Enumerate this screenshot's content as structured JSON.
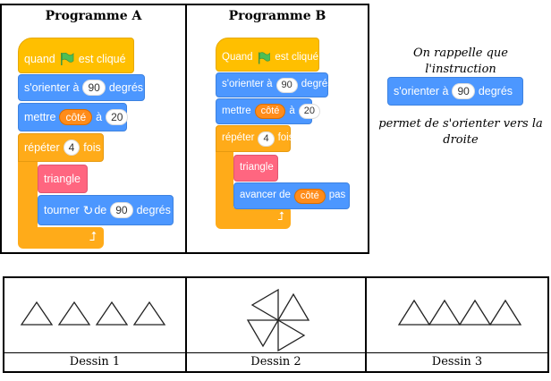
{
  "programme_a": {
    "title": "Programme A",
    "event": {
      "prefix": "quand",
      "suffix": "est cliqué",
      "icon": "green-flag-icon"
    },
    "orient": {
      "prefix": "s'orienter à",
      "value": "90",
      "suffix": "degrés"
    },
    "set_var": {
      "prefix": "mettre",
      "var": "côté",
      "mid": "à",
      "value": "20"
    },
    "repeat": {
      "prefix": "répéter",
      "value": "4",
      "suffix": "fois"
    },
    "custom": {
      "label": "triangle"
    },
    "turn": {
      "prefix": "tourner",
      "icon": "turn-right-icon",
      "mid": "de",
      "value": "90",
      "suffix": "degrés"
    }
  },
  "programme_b": {
    "title": "Programme B",
    "event": {
      "prefix": "Quand",
      "suffix": "est cliqué",
      "icon": "green-flag-icon"
    },
    "orient": {
      "prefix": "s'orienter à",
      "value": "90",
      "suffix": "degrés"
    },
    "set_var": {
      "prefix": "mettre",
      "var": "côté",
      "mid": "à",
      "value": "20"
    },
    "repeat": {
      "prefix": "répéter",
      "value": "4",
      "suffix": "fois"
    },
    "custom": {
      "label": "triangle"
    },
    "move": {
      "prefix": "avancer de",
      "var": "côté",
      "suffix": "pas"
    }
  },
  "reminder": {
    "line1": "On rappelle que",
    "line2": "l'instruction",
    "block": {
      "prefix": "s'orienter à",
      "value": "90",
      "suffix": "degrés"
    },
    "line3": "permet de s'orienter vers la",
    "line4": "droite"
  },
  "drawings": [
    {
      "caption": "Dessin 1",
      "description": "four separate triangles in a row"
    },
    {
      "caption": "Dessin 2",
      "description": "four triangles arranged in a pinwheel around a point"
    },
    {
      "caption": "Dessin 3",
      "description": "four adjacent triangles sharing a baseline"
    }
  ],
  "colors": {
    "event": "#ffbf00",
    "motion": "#4c97ff",
    "control": "#ffab19",
    "variable": "#ff8c1a",
    "custom": "#ff6680",
    "flag": "#4cbf56"
  }
}
